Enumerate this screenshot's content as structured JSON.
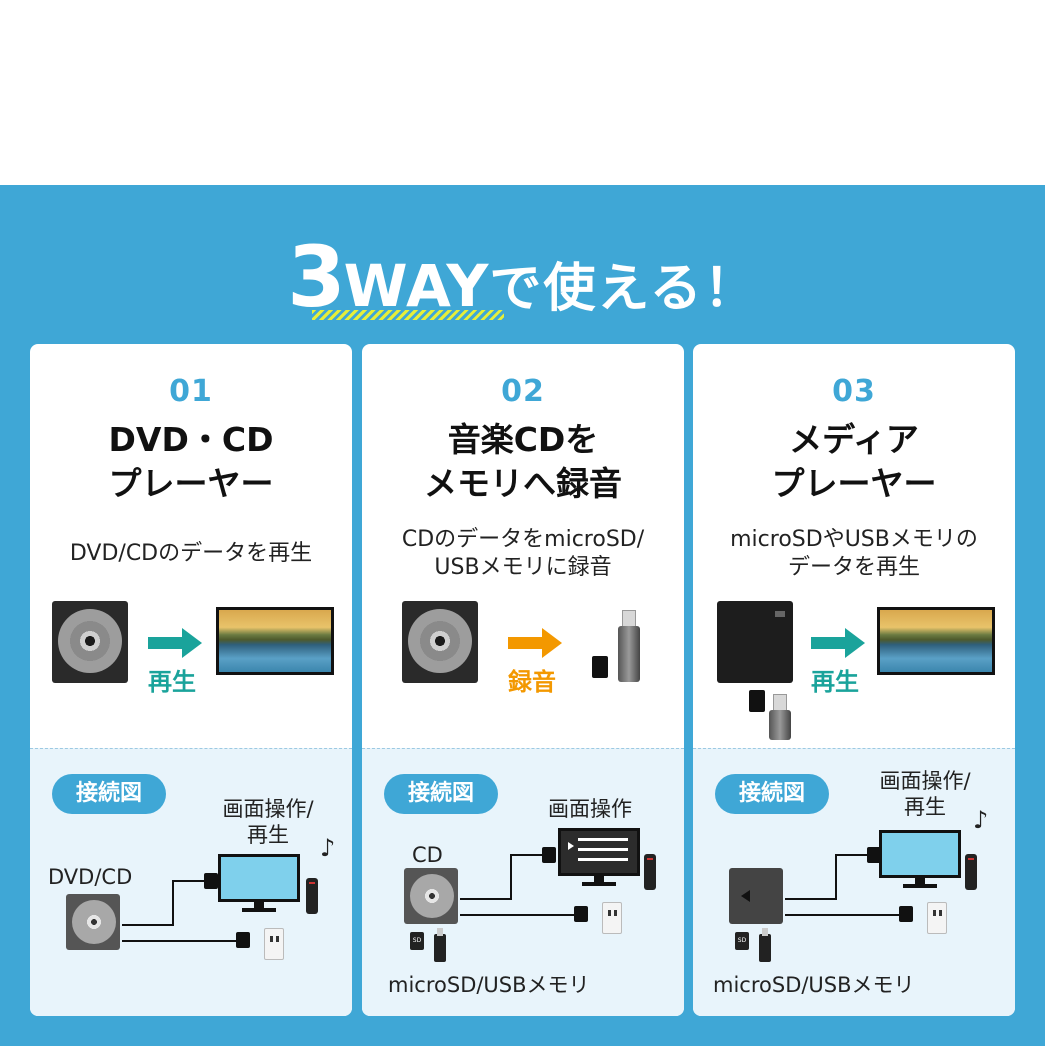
{
  "headline": {
    "number": "3",
    "way": "WAY",
    "rest": "で使える！"
  },
  "connection_label": "接続図",
  "cards": [
    {
      "num": "01",
      "title_line1": "DVD・CD",
      "title_line2": "プレーヤー",
      "desc_line1": "DVD/CDのデータを再生",
      "desc_line2": "",
      "arrow_label": "再生",
      "arrow_color": "#1aa39b",
      "diagram_top_label_line1": "画面操作/",
      "diagram_top_label_line2": "再生",
      "diagram_left_label": "DVD/CD",
      "diagram_bottom_label": ""
    },
    {
      "num": "02",
      "title_line1": "音楽CDを",
      "title_line2": "メモリへ録音",
      "desc_line1": "CDのデータをmicroSD/",
      "desc_line2": "USBメモリに録音",
      "arrow_label": "録音",
      "arrow_color": "#f39800",
      "diagram_top_label_line1": "画面操作",
      "diagram_top_label_line2": "",
      "diagram_left_label": "CD",
      "diagram_bottom_label": "microSD/USBメモリ"
    },
    {
      "num": "03",
      "title_line1": "メディア",
      "title_line2": "プレーヤー",
      "desc_line1": "microSDやUSBメモリの",
      "desc_line2": "データを再生",
      "arrow_label": "再生",
      "arrow_color": "#1aa39b",
      "diagram_top_label_line1": "画面操作/",
      "diagram_top_label_line2": "再生",
      "diagram_left_label": "",
      "diagram_bottom_label": "microSD/USBメモリ"
    }
  ],
  "colors": {
    "background_blue": "#3fa7d6",
    "accent_yellow": "#e5ef3a",
    "panel_light": "#e8f4fb"
  }
}
